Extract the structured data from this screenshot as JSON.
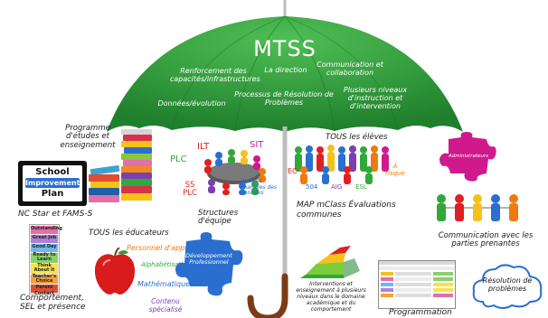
{
  "umbrella": {
    "title": "MTSS",
    "sections": [
      "Renforcement des capacités/infrastructures",
      "La direction",
      "Communication et collaboration",
      "Données/évolution",
      "Processus de Résolution de Problèmes",
      "Plusieurs niveaux d'instruction et d'intervention"
    ]
  },
  "left": {
    "curriculum": "Programme d'études et enseignement",
    "school_plan": [
      "School",
      "Improvement",
      "Plan"
    ],
    "nc_star": "NC Star et FAMS-S",
    "behaviour_chart": [
      "Outstanding",
      "Great Job",
      "Good Day",
      "Ready to Learn",
      "Think About It",
      "Teacher's Choice",
      "Parent Contact"
    ],
    "behaviour": "Comportement, SEL et présence"
  },
  "center": {
    "team_labels": [
      "ILT",
      "SIT",
      "PLC",
      "SS PLC"
    ],
    "data_teams": "Équipes chargées des données",
    "team_structures": "Structures d'équipe",
    "all_educators": "TOUS les éducateurs",
    "support_staff": "Personnel d'appui",
    "literacy": "Alphabétisation",
    "math": "Mathématiques",
    "special_content": "Contenu spécialisé",
    "pd_piece": "Développement Professionnel"
  },
  "right": {
    "all_students": "TOUS les élèves",
    "student_labels": [
      "EC",
      "504",
      "AIG",
      "ESL",
      "À risque"
    ],
    "assessments": "MAP mClass Évaluations communes",
    "admin_piece": "Administrateurs",
    "stakeholder_comm": "Communication avec les parties prenantes",
    "interventions": "Interventions et enseignement à plusieurs niveaux dans le domaine académique et du comportement",
    "scheduling": "Programmation",
    "problem_solving": "Résolution de problèmes"
  },
  "colors": {
    "umbrella_green": "#2e9a3a",
    "handle_brown": "#7a3c17",
    "red": "#e02020",
    "blue": "#2a6fd0",
    "magenta": "#d01a8c",
    "orange": "#ee7a10",
    "green": "#31a83a",
    "purple": "#7b3fb0"
  }
}
